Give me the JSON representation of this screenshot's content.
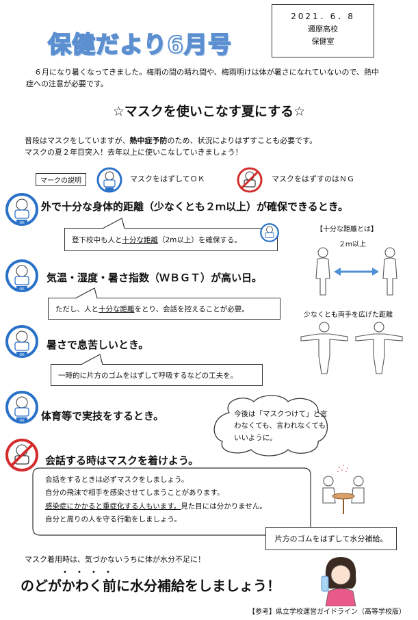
{
  "header": {
    "title": "保健だより6月号",
    "date": "2021．6．8",
    "school": "邇摩高校",
    "office": "保健室"
  },
  "intro": {
    "line1": "６月になり暑くなってきました。梅雨の間の晴れ間や、梅雨明けは体が暑さになれていないので、熱中",
    "line2": "症への注意が必要です。"
  },
  "section_title": "☆マスクを使いこなす夏にする☆",
  "lead": {
    "line1_a": "普段はマスクをしていますが、",
    "line1_bold": "熱中症予防",
    "line1_b": "のため、状況によりはずすことも必要です。",
    "line2": "マスクの夏２年目突入！去年以上に使いこなしていきましょう！"
  },
  "legend": {
    "label": "マークの説明",
    "ok_text": "マスクをはずしてＯＫ",
    "ng_text": "マスクをはずすのはＮＧ",
    "ok_badge": "OK"
  },
  "items": [
    {
      "heading": "外で十分な身体的距離（少なくとも２ｍ以上）が確保できるとき。",
      "bubble_a": "登下校中も人と",
      "bubble_u": "十分な距離",
      "bubble_b": "（2m以上）を確保する。"
    },
    {
      "heading": "気温・湿度・暑さ指数（ＷＢＧＴ）が高い日。",
      "bubble_a": "ただし、人と",
      "bubble_u": "十分な距離",
      "bubble_b": "をとり、会話を控えることが必要。"
    },
    {
      "heading": "暑さで息苦しいとき。",
      "bubble": "一時的に片方のゴムをはずして呼吸するなどの工夫を。"
    },
    {
      "heading": "体育等で実技をするとき。"
    },
    {
      "heading": "会話する時はマスクを着けよう。",
      "lines": [
        "会話をするときは必ずマスクをしましょう。",
        "自分の飛沫で相手を感染させてしまうことがあります。",
        "見た目には分かりません。",
        "自分と周りの人を守る行動をしましょう。"
      ],
      "underlined": "感染症にかかると重症化する人もいます。"
    }
  ],
  "distance_panel": {
    "title": "【十分な距離とは】",
    "distance": "２ｍ以上",
    "arms_caption": "少なくとも両手を広げた距離"
  },
  "cloud": {
    "line1": "今後は「マスクつけて」と言",
    "line2": "わなくても、言われなくても",
    "line3": "いいように。"
  },
  "hydration_box": "片方のゴムをはずして水分補給。",
  "bottom": {
    "warning": "マスク着用時は、気づかないうちに体が水分不足に！",
    "dots": "・・・・",
    "slogan": "のどがかわく前に水分補給をしましょう！",
    "reference": "【参考】県立学校運営ガイドライン（高等学校版）"
  },
  "colors": {
    "ok_blue": "#2a72c8",
    "ng_red": "#d32c2c",
    "arrow_blue": "#4f8fd6",
    "title_blue": "#5b8fd0"
  }
}
